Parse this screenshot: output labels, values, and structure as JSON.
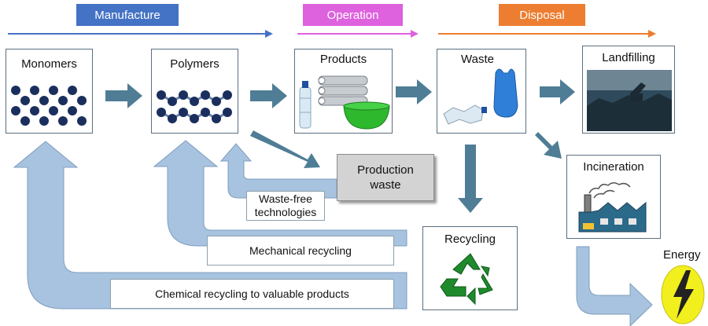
{
  "phases": {
    "manufacture": "Manufacture",
    "operation": "Operation",
    "disposal": "Disposal"
  },
  "colors": {
    "manufacture": "#4472c4",
    "operation": "#de61de",
    "disposal": "#ed7d31",
    "flow_arrow": "#4f7d95",
    "recycle_arrow": "#a7c3e0",
    "recycle_symbol": "#1e8a2c",
    "energy": "#f2ef1e"
  },
  "nodes": {
    "monomers": "Monomers",
    "polymers": "Polymers",
    "products": "Products",
    "waste": "Waste",
    "landfilling": "Landfilling",
    "incineration": "Incineration",
    "recycling": "Recycling",
    "energy": "Energy",
    "production_waste": "Production\nwaste"
  },
  "loops": {
    "waste_free": "Waste-free\ntechnologies",
    "mechanical": "Mechanical recycling",
    "chemical": "Chemical recycling to valuable products"
  },
  "icons": [
    "monomer-dots-icon",
    "polymer-chain-icon",
    "bottle-icon",
    "pipes-icon",
    "bowl-icon",
    "crushed-bottle-icon",
    "plastic-bag-icon",
    "landfill-icon",
    "factory-icon",
    "recycle-icon",
    "lightning-icon"
  ]
}
